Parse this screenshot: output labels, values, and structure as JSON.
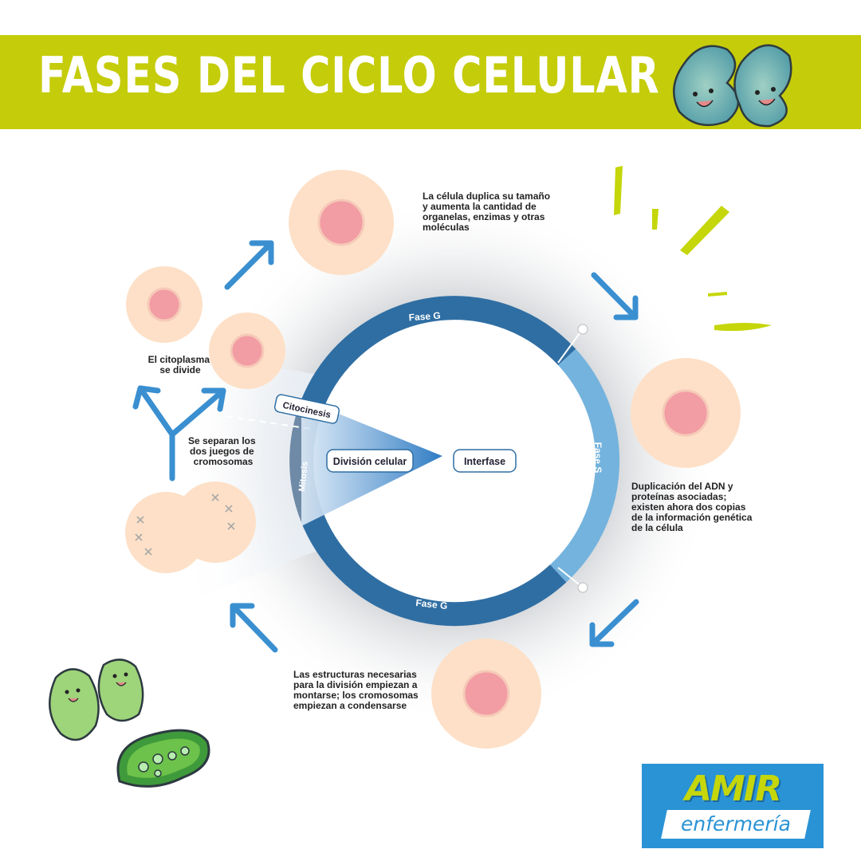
{
  "title": "FASES DEL CICLO CELULAR",
  "ring": {
    "fase_g_top": "Fase G",
    "fase_s": "Fase S",
    "fase_g_bottom": "Fase G",
    "mitosis": "Mitosis",
    "citocinesis": "Citocinesis"
  },
  "center": {
    "division": "División celular",
    "interfase": "Interfase"
  },
  "annotations": {
    "growth": [
      "La célula duplica su tamaño",
      "y aumenta la cantidad de",
      "organelas, enzimas y otras",
      "moléculas"
    ],
    "dna": [
      "Duplicación del ADN y",
      "proteínas asociadas;",
      "existen ahora dos copias",
      "de la información genética",
      "de la célula"
    ],
    "structures": [
      "Las estructuras necesarias",
      "para la división empiezan a",
      "montarse; los cromosomas",
      "empiezan a condensarse"
    ],
    "chromosomes": [
      "Se separan los",
      "dos juegos de",
      "cromosomas"
    ],
    "cytoplasm": [
      "El citoplasma",
      "se divide"
    ]
  },
  "logo": {
    "brand": "AMIR",
    "sub": "enfermería"
  },
  "colors": {
    "banner": "#c5cc0a",
    "ring_dark": "#2f6ea3",
    "ring_light": "#74b3dd",
    "ring_mitosis": "#6f8aa6",
    "arrow": "#3a8fd0",
    "cell_outer": "#fde0c7",
    "cell_nucleus": "#f29ca3",
    "logo_bg": "#2a93d5",
    "logo_brand": "#c5d60a"
  },
  "icons": [
    "amoeba-icon",
    "bacteria-icon",
    "arrow-icon"
  ]
}
